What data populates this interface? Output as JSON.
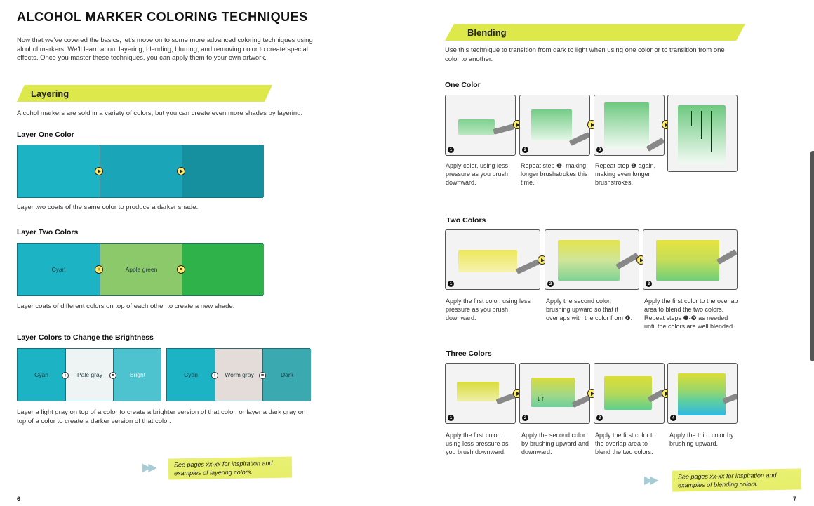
{
  "left": {
    "title": "ALCOHOL MARKER COLORING TECHNIQUES",
    "intro": "Now that we’ve covered the basics, let’s move on to some more advanced coloring techniques using alcohol markers. We’ll learn about layering, blending, blurring, and removing color to create special effects. Once you master these techniques, you can apply them to your own artwork.",
    "section_title": "Layering",
    "section_text": "Alcohol markers are sold in a variety of colors, but you can create even more shades by layering.",
    "layer_one": {
      "heading": "Layer One Color",
      "caption": "Layer two coats of the same color to produce a darker shade."
    },
    "layer_two": {
      "heading": "Layer Two Colors",
      "labels": [
        "Cyan",
        "Apple green"
      ],
      "caption": "Layer coats of different colors on top of each other to create a new shade."
    },
    "brightness": {
      "heading": "Layer Colors to Change the Brightness",
      "left_labels": [
        "Cyan",
        "Pale gray",
        "Bright"
      ],
      "right_labels": [
        "Cyan",
        "Worm gray",
        "Dark"
      ],
      "caption": "Layer a light gray on top of a color to create a brighter version of that color, or layer a dark gray on top of a color to create a darker version of that color."
    },
    "callout": "See pages xx-xx for inspiration and examples of layering colors.",
    "page_number": "6"
  },
  "right": {
    "section_title": "Blending",
    "section_text": "Use this technique to transition from dark to light when using one color or to transition from one color to another.",
    "one_color": {
      "heading": "One Color",
      "captions": [
        "Apply color, using less pressure as you brush downward.",
        "Repeat step ❶, making longer brushstrokes this time.",
        "Repeat step ❶ again, making even longer brushstrokes."
      ]
    },
    "two_colors": {
      "heading": "Two Colors",
      "captions": [
        "Apply the first color, using less pressure as you brush downward.",
        "Apply the second color, brushing upward so that it overlaps with the color from ❶.",
        "Apply the first color to the overlap area to blend the two colors. Repeat steps ❶-❸ as needed until the colors are well blended."
      ]
    },
    "three_colors": {
      "heading": "Three Colors",
      "captions": [
        "Apply the first color, using less pressure as you brush downward.",
        "Apply the second color by brushing upward and downward.",
        "Apply the first color to the overlap area to blend the two colors.",
        "Apply the third color by brushing upward."
      ]
    },
    "callout": "See pages xx-xx for inspiration and examples of blending colors.",
    "page_number": "7"
  },
  "icons": {
    "step_arrow": "play-arrow-icon",
    "plus": "plus-icon",
    "equals": "equals-icon",
    "chevrons": "double-chevron-icon"
  },
  "colors": {
    "banner": "#dde94a",
    "cyan": "#17a9b8",
    "apple_green": "#8cc96a",
    "green": "#2fb24a"
  }
}
